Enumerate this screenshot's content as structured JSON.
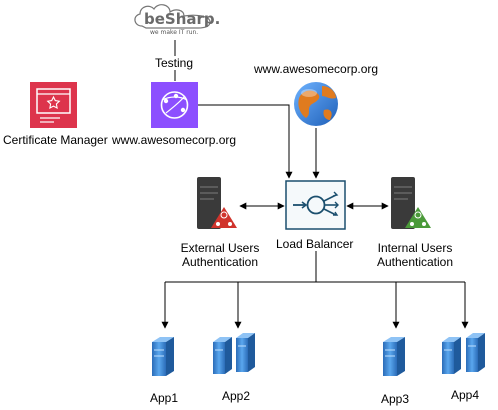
{
  "logo": {
    "brand": "beSharp.",
    "tagline": "we make IT run."
  },
  "nodes": {
    "testing": "Testing",
    "domain_top": "www.awesomecorp.org",
    "certificate_manager": "Certificate Manager",
    "cloudfront": "www.awesomecorp.org",
    "load_balancer": "Load Balancer",
    "external_auth_line1": "External Users",
    "external_auth_line2": "Authentication",
    "internal_auth_line1": "Internal Users",
    "internal_auth_line2": "Authentication",
    "app1": "App1",
    "app2": "App2",
    "app3": "App3",
    "app4": "App4"
  },
  "colors": {
    "certificate_manager": "#dd344c",
    "cloudfront": "#8c4fff",
    "load_balancer": "#1b4f6e",
    "server_dark": "#3a3a3a",
    "warning_red": "#d0342c",
    "warning_green": "#4b9a3a",
    "app_server": "#4a90d9",
    "edge": "#000000"
  },
  "icons": {
    "certificate_manager": "certificate-icon",
    "cloudfront": "cloudfront-icon",
    "globe": "globe-icon",
    "load_balancer": "load-balancer-icon",
    "external_auth": "server-alert-icon",
    "internal_auth": "server-alert-icon",
    "apps": "server-icon"
  }
}
